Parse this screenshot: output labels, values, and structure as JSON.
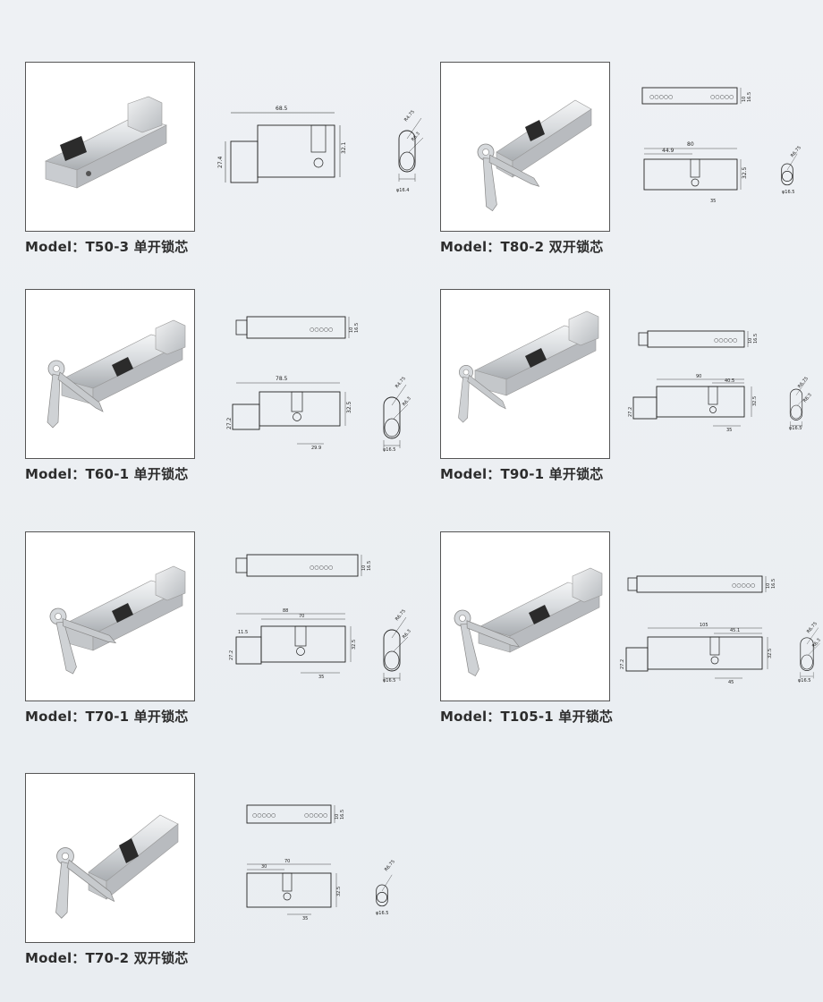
{
  "colors": {
    "background": "#eceff2",
    "photo_bg": "#ffffff",
    "frame": "#555555",
    "caption": "#2d2d2d",
    "line": "#222222"
  },
  "products": [
    {
      "caption": "Model：T50-3 单开锁芯",
      "dims": {
        "length": "68.5",
        "height": "32.1",
        "thumb_h": "27.4",
        "r1": "R4.75",
        "r2": "R6.3",
        "dia": "φ16.4"
      }
    },
    {
      "caption": "Model：T80-2 双开锁芯",
      "dims": {
        "length": "80",
        "half": "44.9",
        "height": "32.5",
        "w1": "10",
        "w2": "16.5",
        "cam": "35",
        "r1": "R6.75",
        "dia": "φ16.5"
      }
    },
    {
      "caption": "Model：T60-1 单开锁芯",
      "dims": {
        "length": "78.5",
        "height": "32.5",
        "thumb_h": "27.2",
        "cam": "29.9",
        "w1": "10",
        "w2": "16.5",
        "r1": "R4.75",
        "r2": "R6.3",
        "dia": "φ16.5"
      }
    },
    {
      "caption": "Model：T90-1 单开锁芯",
      "dims": {
        "length": "90",
        "half": "40.5",
        "height": "32.5",
        "thumb_h": "27.2",
        "cam": "35",
        "w1": "10",
        "w2": "16.5",
        "r1": "R6.75",
        "r2": "R6.3",
        "dia": "φ16.5"
      }
    },
    {
      "caption": "Model：T70-1 单开锁芯",
      "dims": {
        "length": "88",
        "body": "70",
        "thumb_w": "11.5",
        "height": "32.5",
        "thumb_h": "27.2",
        "cam": "35",
        "w1": "10",
        "w2": "16.5",
        "r1": "R6.75",
        "r2": "R6.3",
        "dia": "φ16.5"
      }
    },
    {
      "caption": "Model：T105-1 单开锁芯",
      "dims": {
        "length": "105",
        "half": "45.1",
        "height": "32.5",
        "thumb_h": "27.2",
        "cam": "45",
        "w1": "10",
        "w2": "16.5",
        "r1": "R6.75",
        "r2": "R6.3",
        "dia": "φ16.5"
      }
    },
    {
      "caption": "Model：T70-2 双开锁芯",
      "dims": {
        "length": "70",
        "half": "30",
        "height": "32.5",
        "cam": "35",
        "w1": "10",
        "w2": "16.5",
        "r1": "R6.75",
        "dia": "φ16.5"
      }
    }
  ]
}
